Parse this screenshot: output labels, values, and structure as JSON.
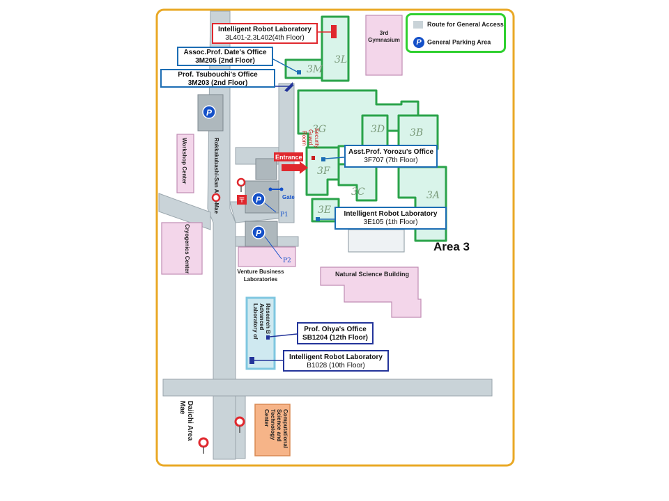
{
  "legend": {
    "route_label": "Route for General Access",
    "parking_label": "General Parking Area",
    "parking_symbol": "P"
  },
  "area_title": "Area 3",
  "buildings": {
    "b3L": "3L",
    "b3M": "3M",
    "b3G": "3G",
    "b3D": "3D",
    "b3B": "3B",
    "b3F": "3F",
    "b3C": "3C",
    "b3A": "3A",
    "b3E": "3E"
  },
  "places": {
    "gymnasium_line1": "3rd",
    "gymnasium_line2": "Gymnasium",
    "workshop_center": "Workshop Center",
    "cryogenics_center": "Cryogenics Center",
    "area_mae_top": "Rokkakubashi-San Area Mae",
    "venture_line1": "Venture Business",
    "venture_line2": "Laboratories",
    "natural_science": "Natural Science Building",
    "lab_advanced_line1": "Laboratory of",
    "lab_advanced_line2": "Advanced",
    "lab_advanced_line3": "Research B",
    "daiichi_line1": "Daiichi Area",
    "daiichi_line2": "Mae",
    "computational_line1": "Computational",
    "computational_line2": "Science and",
    "computational_line3": "Technology",
    "computational_line4": "Center",
    "security_line1": "Security",
    "security_line2": "Guard",
    "security_line3": "Room"
  },
  "markers": {
    "entrance": "Entrance",
    "gate": "Gate",
    "p1": "P1",
    "p2": "P2",
    "parking": "P"
  },
  "callouts": [
    {
      "line1": "Intelligent Robot Laboratory",
      "line2": "3L401-2,3L402(4th Floor)"
    },
    {
      "line1": "Assoc.Prof. Date's Office",
      "line2": "3M205 (2nd  Floor)"
    },
    {
      "line1": "Prof. Tsubouchi's Office",
      "line2": "3M203 (2nd  Floor)"
    },
    {
      "line1": "Asst.Prof. Yorozu's Office",
      "line2": "3F707  (7th  Floor)"
    },
    {
      "line1": "Intelligent Robot Laboratory",
      "line2": "3E105 (1th  Floor)"
    },
    {
      "line1": "Prof. Ohya's Office",
      "line2": "SB1204  (12th  Floor)"
    },
    {
      "line1": "Intelligent Robot Laboratory",
      "line2": "B1028 (10th Floor)"
    }
  ],
  "colors": {
    "frame": "#e9a825",
    "road": "#c9d3d8",
    "road_edge": "#9aa6ad",
    "building_pink": "#f3d6ea",
    "building_pink_edge": "#c08cb3",
    "building_green_fill": "#d9f4ea",
    "building_green_edge": "#2aa34a",
    "parking_blue": "#1450c8",
    "callout_red": "#e0282e",
    "callout_blue": "#1c6db4",
    "callout_navy": "#23349a",
    "orange_building": "#f6b488",
    "lab_b_fill": "#cfe9f0",
    "lab_b_edge": "#7fc7e0"
  }
}
